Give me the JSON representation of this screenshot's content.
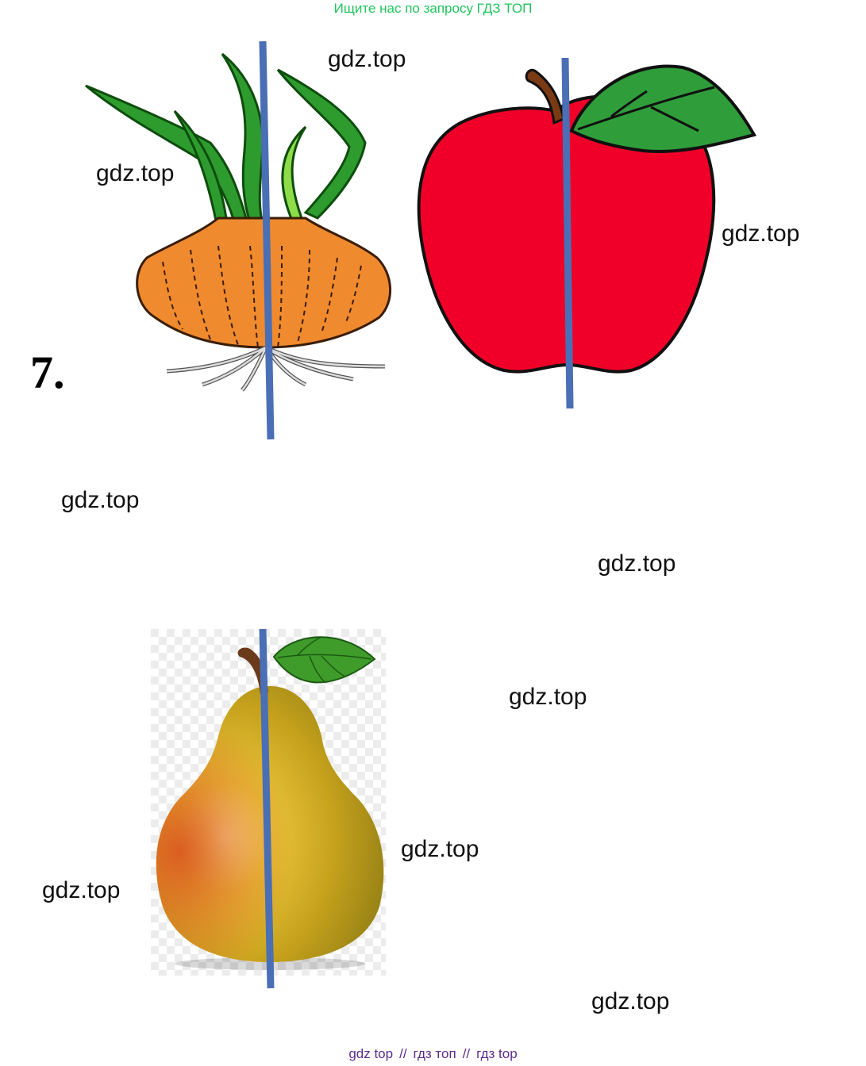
{
  "header": {
    "text": "Ищите нас по запросу ГДЗ ТОП"
  },
  "task": {
    "number": "7."
  },
  "watermarks": [
    "gdz.top",
    "gdz.top",
    "gdz.top",
    "gdz.top",
    "gdz.top",
    "gdz.top",
    "gdz.top",
    "gdz.top",
    "gdz.top"
  ],
  "footer": {
    "part1": "gdz top",
    "sep": "//",
    "part2": "гдз топ",
    "part3": "гдз top"
  },
  "colors": {
    "divider_line": "#4a6fb5",
    "header_text": "#22c55e",
    "footer_text": "#5b2d8e"
  }
}
